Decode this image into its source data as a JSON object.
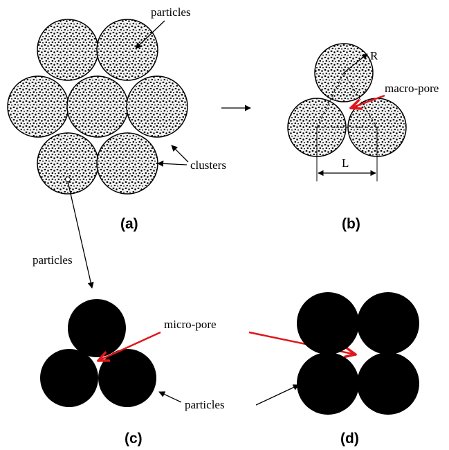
{
  "labels": {
    "particles_top": "particles",
    "clusters": "clusters",
    "R": "R",
    "macro_pore": "macro-pore",
    "L": "L",
    "particles_left": "particles",
    "micro_pore": "micro-pore",
    "particles_bottom": "particles"
  },
  "panels": {
    "a": "(a)",
    "b": "(b)",
    "c": "(c)",
    "d": "(d)"
  },
  "colors": {
    "speckle_fill": "#f2f2f2",
    "speckle_dot": "#000000",
    "solid": "#000000",
    "pointer_red": "#e0161b",
    "line": "#000000"
  }
}
